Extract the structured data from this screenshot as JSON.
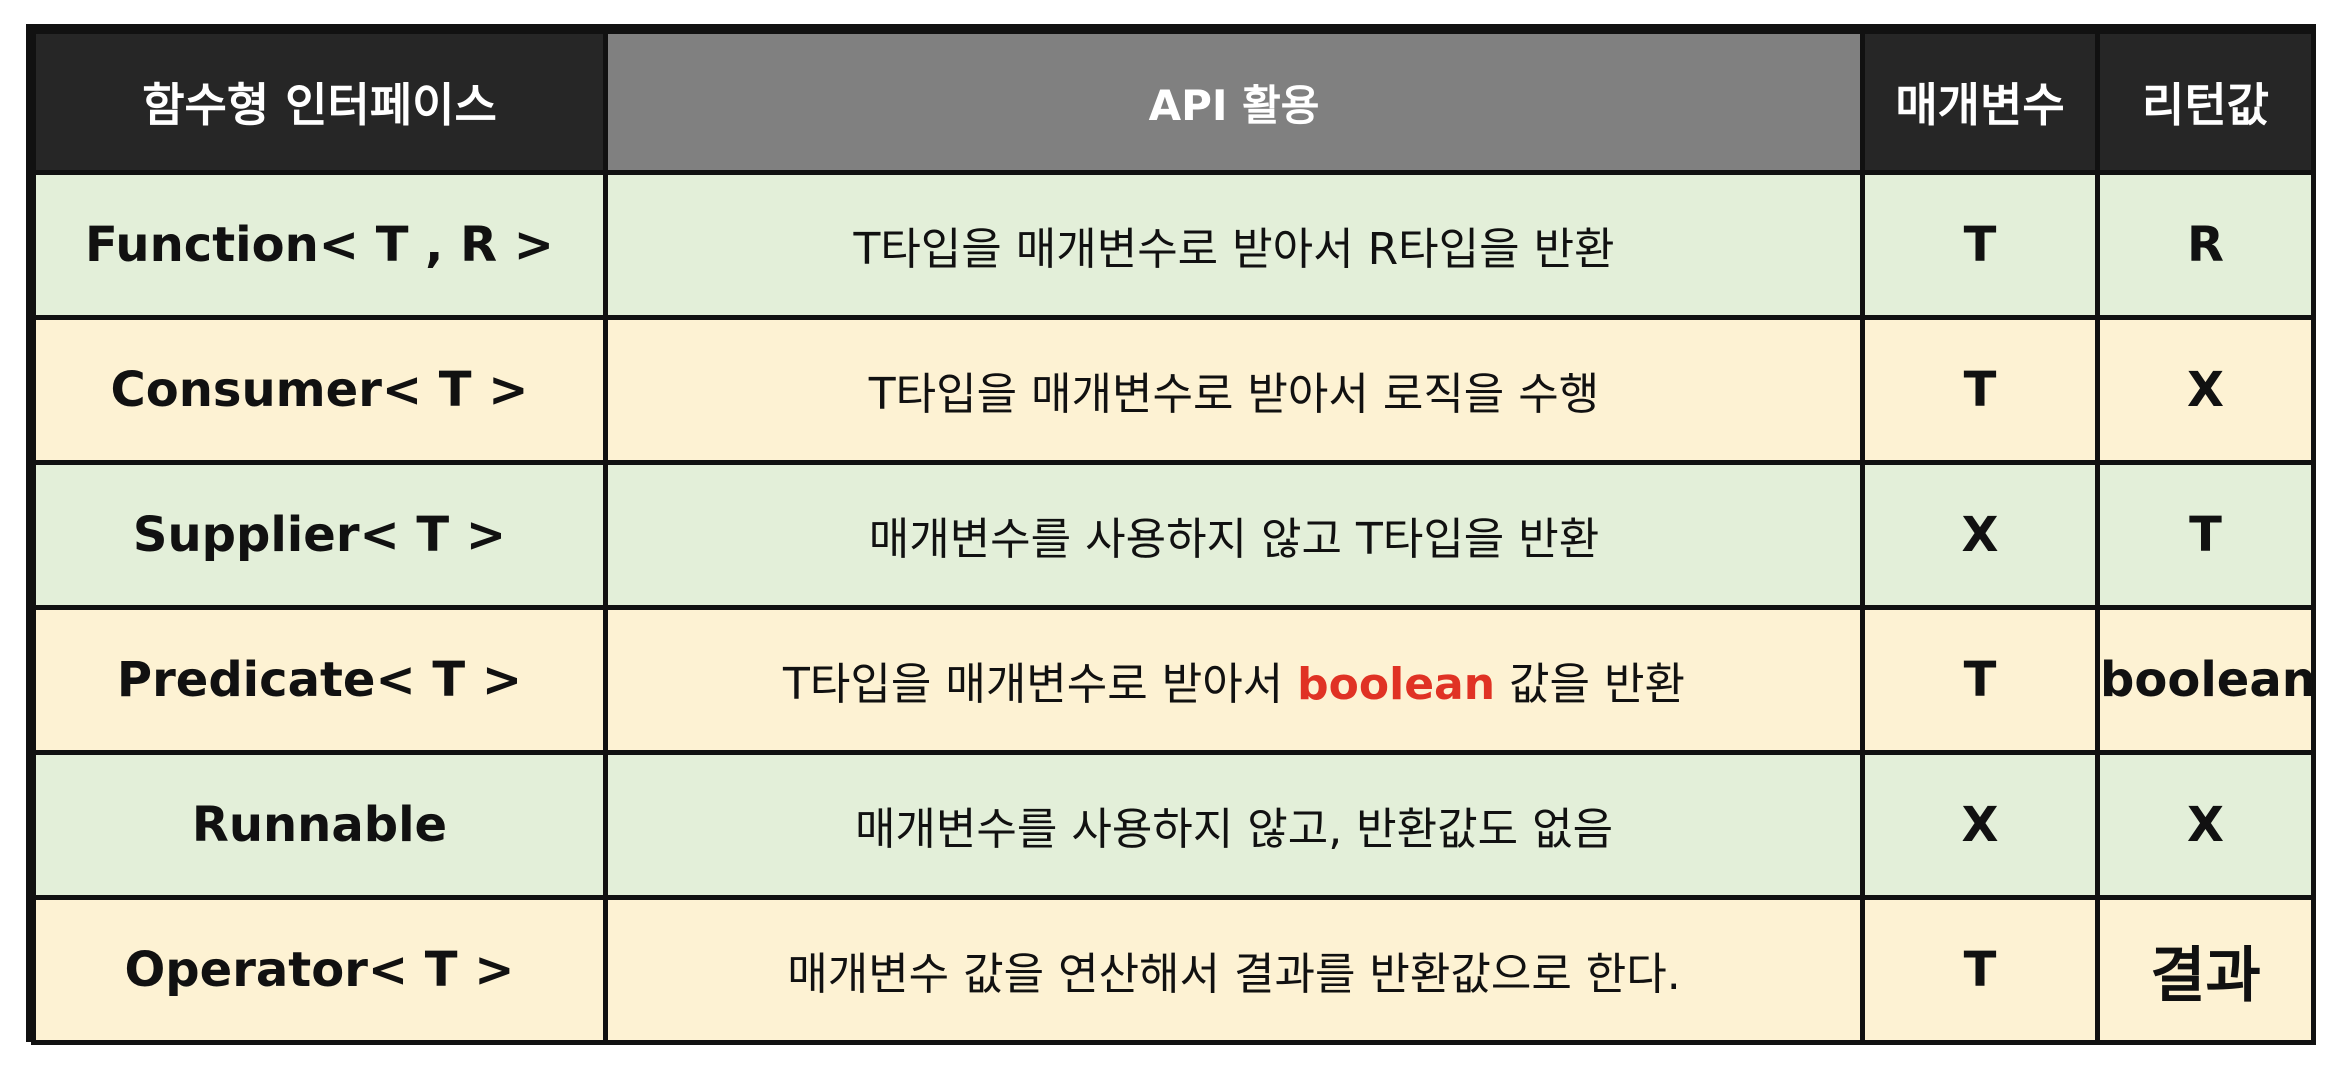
{
  "header": {
    "col_interface": "함수형 인터페이스",
    "col_api": "API 활용",
    "col_param": "매개변수",
    "col_return": "리턴값"
  },
  "colors": {
    "header_dark": "#262626",
    "header_gray": "#808080",
    "row_green": "#e3efd9",
    "row_yellow": "#fdf2d3",
    "highlight_red": "#e03224"
  },
  "rows": [
    {
      "name": "Function< T , R >",
      "desc_before": "T타입을 매개변수로 받아서 R타입을 반환",
      "desc_highlight": "",
      "desc_after": "",
      "param": "T",
      "ret": "R"
    },
    {
      "name": "Consumer< T >",
      "desc_before": "T타입을 매개변수로 받아서 로직을 수행",
      "desc_highlight": "",
      "desc_after": "",
      "param": "T",
      "ret": "X"
    },
    {
      "name": "Supplier< T >",
      "desc_before": "매개변수를 사용하지 않고 T타입을 반환",
      "desc_highlight": "",
      "desc_after": "",
      "param": "X",
      "ret": "T"
    },
    {
      "name": "Predicate< T >",
      "desc_before": "T타입을 매개변수로 받아서 ",
      "desc_highlight": "boolean",
      "desc_after": " 값을 반환",
      "param": "T",
      "ret": "boolean"
    },
    {
      "name": "Runnable",
      "desc_before": "매개변수를 사용하지 않고, 반환값도 없음",
      "desc_highlight": "",
      "desc_after": "",
      "param": "X",
      "ret": "X"
    },
    {
      "name": "Operator< T >",
      "desc_before": "매개변수 값을 연산해서 결과를 반환값으로 한다.",
      "desc_highlight": "",
      "desc_after": "",
      "param": "T",
      "ret": "결과"
    }
  ]
}
